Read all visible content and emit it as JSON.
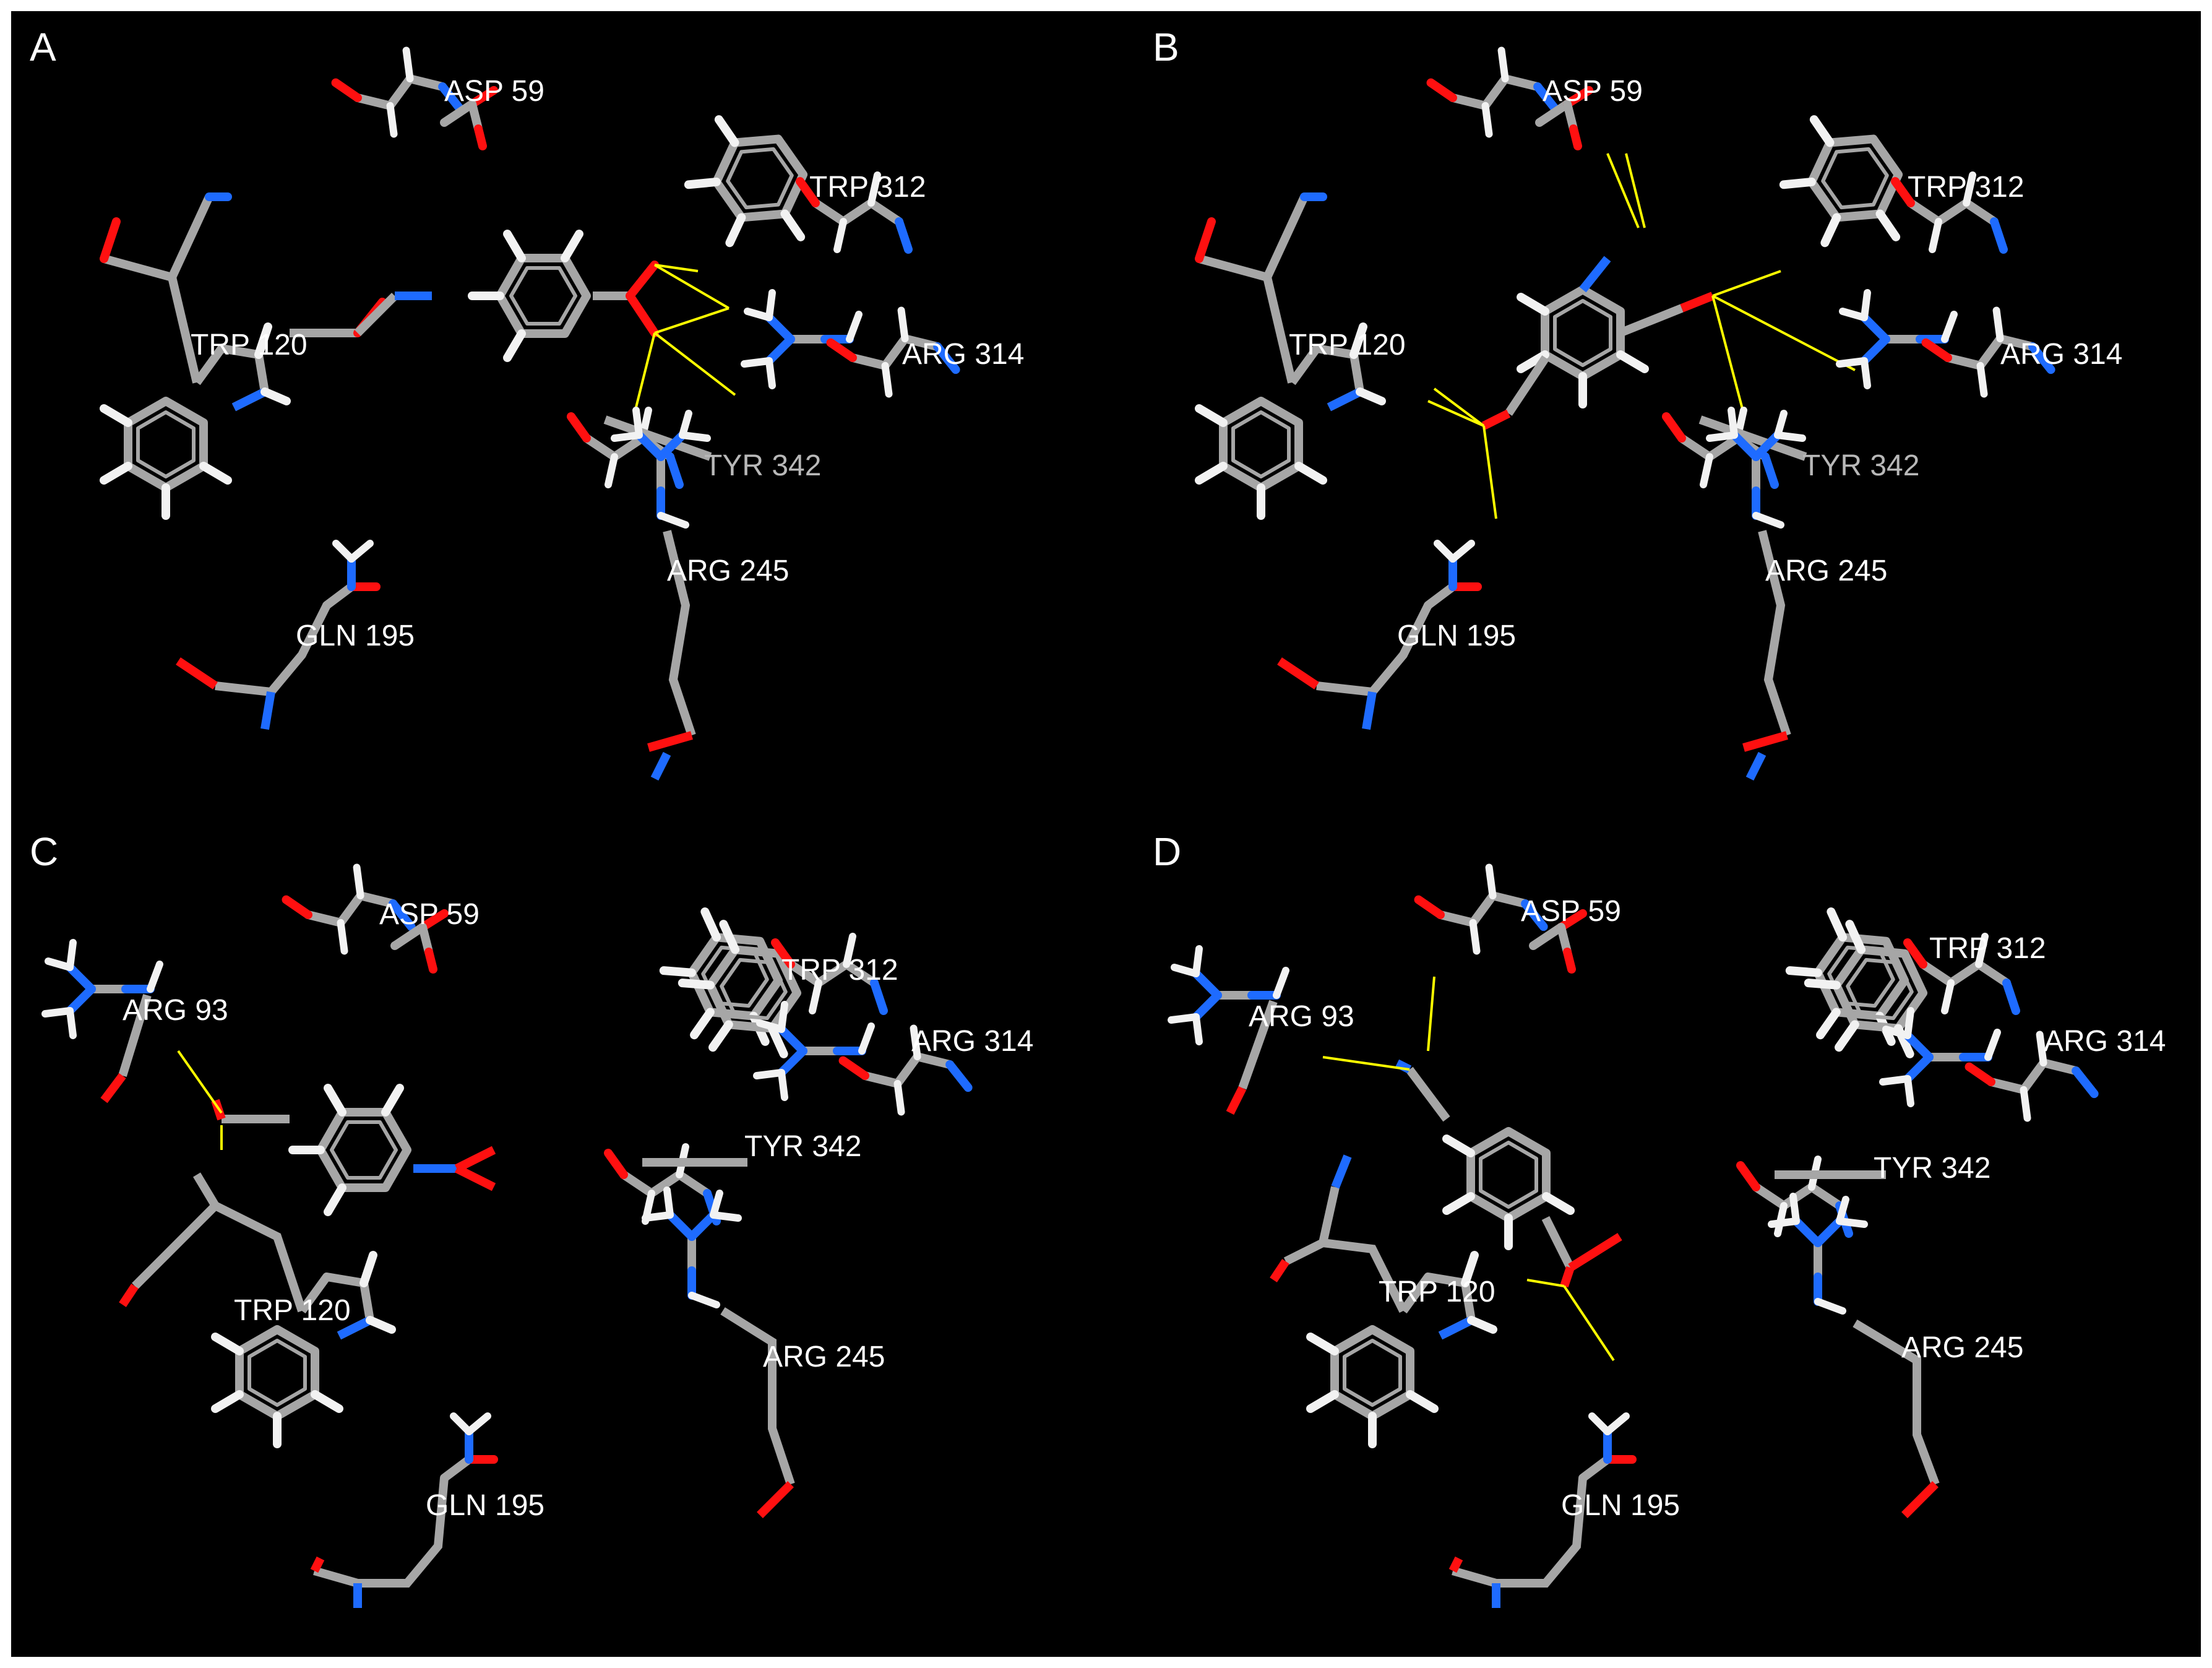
{
  "figure": {
    "background": "#000000",
    "atom_colors": {
      "carbon": "#a6a6a6",
      "nitrogen": "#1e6bff",
      "oxygen": "#ff1010",
      "hydrogen": "#f2f2f2"
    },
    "hbond_color": "#ffff00"
  },
  "panels": [
    {
      "letter": "A",
      "labels": {
        "asp59": "ASP 59",
        "trp312": "TRP 312",
        "trp120": "TRP 120",
        "arg314": "ARG 314",
        "tyr342": "TYR 342",
        "arg245": "ARG 245",
        "gln195": "GLN 195"
      }
    },
    {
      "letter": "B",
      "labels": {
        "asp59": "ASP 59",
        "trp312": "TRP 312",
        "trp120": "TRP 120",
        "arg314": "ARG 314",
        "tyr342": "TYR 342",
        "arg245": "ARG 245",
        "gln195": "GLN 195"
      }
    },
    {
      "letter": "C",
      "labels": {
        "asp59": "ASP 59",
        "arg93": "ARG 93",
        "trp312": "TRP 312",
        "arg314": "ARG 314",
        "tyr342": "TYR 342",
        "trp120": "TRP 120",
        "arg245": "ARG 245",
        "gln195": "GLN 195"
      }
    },
    {
      "letter": "D",
      "labels": {
        "asp59": "ASP 59",
        "arg93": "ARG 93",
        "trp312": "TRP 312",
        "arg314": "ARG 314",
        "tyr342": "TYR 342",
        "trp120": "TRP 120",
        "arg245": "ARG 245",
        "gln195": "GLN 195"
      }
    }
  ]
}
